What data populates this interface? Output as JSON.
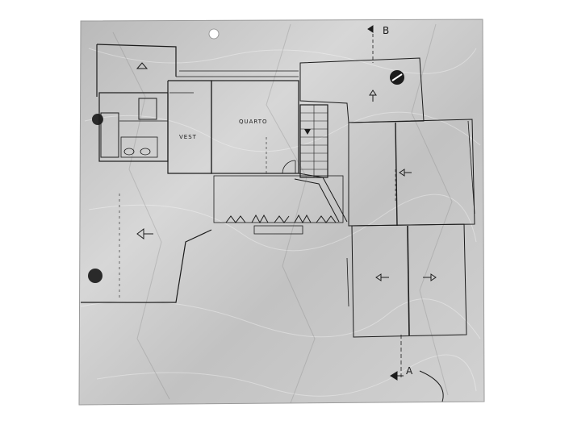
{
  "plan": {
    "rooms": {
      "vest": "VEST",
      "quarto": "QUARTO"
    },
    "section_marks": {
      "top": "B",
      "bottom": "A"
    }
  },
  "colors": {
    "paper": "#c9c9c9",
    "paper_light": "#e6e6e6",
    "ink": "#1c1c1c"
  }
}
